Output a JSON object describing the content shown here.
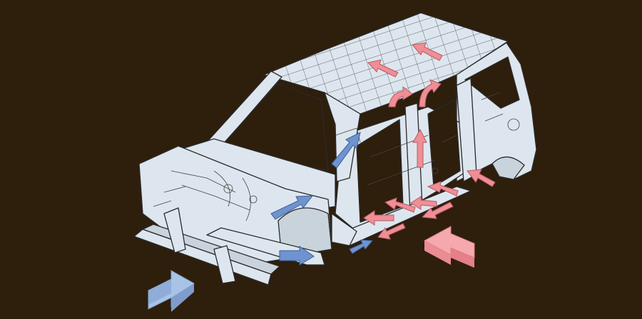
{
  "diagram": {
    "subject": "car-body-frame-illustration",
    "colors": {
      "background": "#2e1e0c",
      "body_fill": "#dde6ee",
      "body_stroke": "#2a2a2a",
      "front_impact_arrow": "#6e93cf",
      "side_impact_arrow": "#ef8e96",
      "big_front_arrow": "#a9c3e6",
      "big_side_arrow": "#f5a9ae"
    },
    "arrow_groups": [
      {
        "name": "front-impact-load-path",
        "color": "blue",
        "count": 5
      },
      {
        "name": "side-impact-load-path",
        "color": "red",
        "count": 12
      }
    ],
    "impact_indicators": [
      "front-collision-arrow",
      "side-collision-arrow"
    ]
  }
}
